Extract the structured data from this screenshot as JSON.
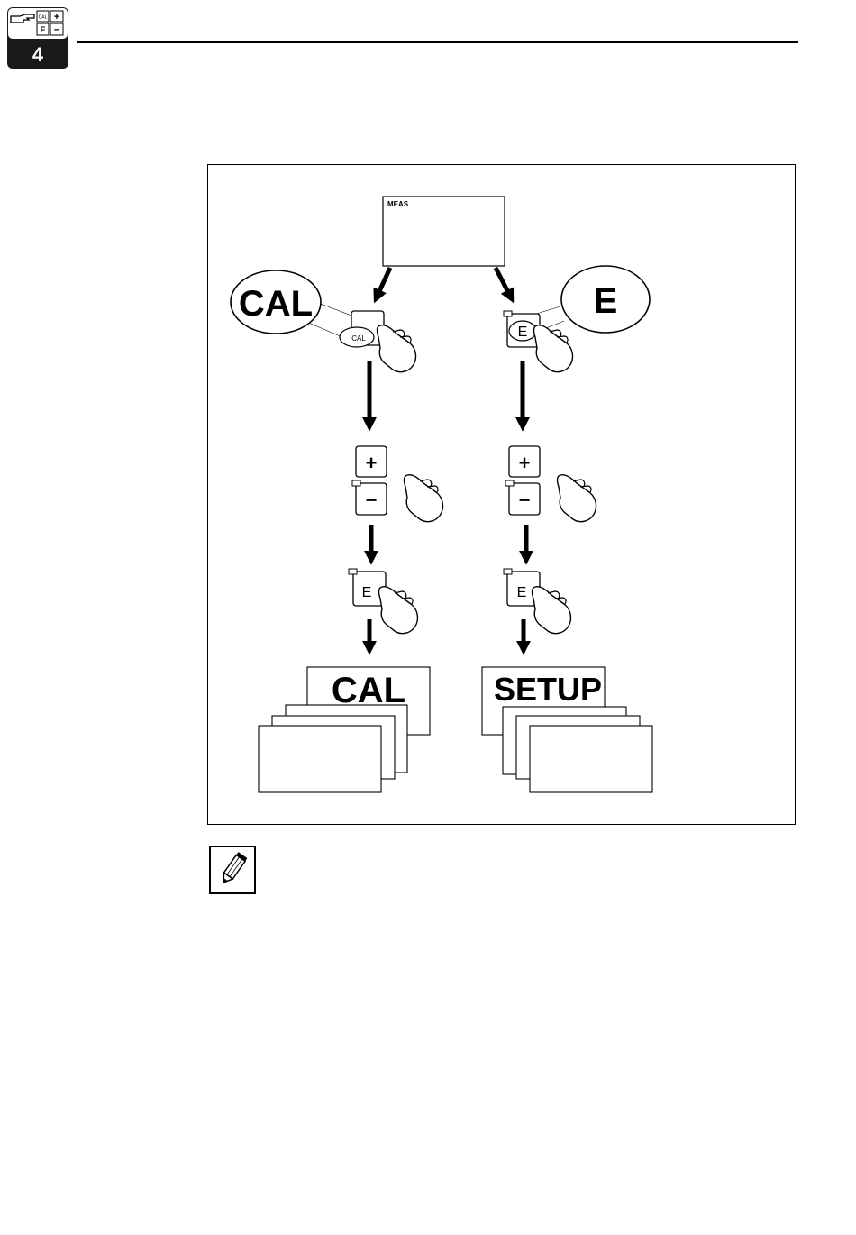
{
  "header": {
    "chapter_number": "4",
    "chapter_icon": "hand-pointing-keypad-icon",
    "keypad_labels": {
      "cal": "CAL",
      "enter": "E",
      "plus": "+",
      "minus": "−"
    }
  },
  "diagram": {
    "display_label": "MEAS",
    "left_branch": {
      "callout_label": "CAL",
      "start_key_label": "CAL",
      "plus_key": "+",
      "minus_key": "−",
      "enter_key": "E",
      "result_label": "CAL"
    },
    "right_branch": {
      "callout_label": "E",
      "start_key_label": "E",
      "plus_key": "+",
      "minus_key": "−",
      "enter_key": "E",
      "result_label": "SETUP"
    }
  },
  "note": {
    "icon": "pencil-note-icon"
  }
}
